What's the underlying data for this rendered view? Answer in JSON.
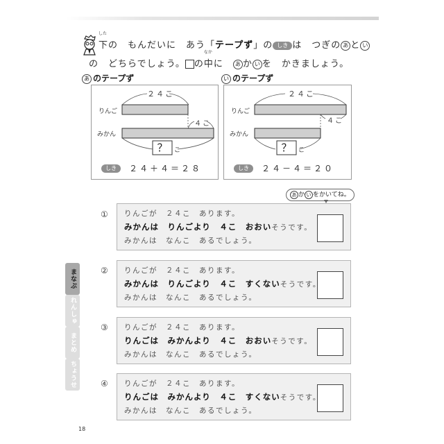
{
  "instruction": {
    "line1_prefix_ruby": "した",
    "line1_prefix_kanji": "下",
    "line1_a": "の　もんだいに　あう「",
    "line1_bold": "テープず",
    "line1_b": "」の",
    "shiki_label": "しき",
    "line1_c": "は　つぎの",
    "mark_a": "あ",
    "line1_d": "と",
    "mark_i": "い",
    "line2_a": "の　どちらでしょう。",
    "line2_b": "の",
    "line2_ruby": "なか",
    "line2_kanji": "中",
    "line2_c": "に　",
    "line2_d": "か",
    "line2_e": "を　かきましょう。"
  },
  "diagrams": [
    {
      "mark": "あ",
      "title": "のテープず",
      "top_label": "２４こ",
      "row1_label": "りんご",
      "row2_label": "みかん",
      "diff_label": "４こ",
      "question": "？",
      "question_unit": "こ",
      "shiki_label": "しき",
      "equation": "２４＋４＝２８"
    },
    {
      "mark": "い",
      "title": "のテープず",
      "top_label": "２４こ",
      "row1_label": "りんご",
      "row2_label": "みかん",
      "diff_label": "４こ",
      "question": "？",
      "question_unit": "こ",
      "shiki_label": "しき",
      "equation": "２４－４＝２０"
    }
  ],
  "hint_bubble": {
    "mark_a": "あ",
    "text_a": "か",
    "mark_i": "い",
    "text_b": "をかいてね。"
  },
  "questions": [
    {
      "number": "①",
      "line1": "りんごが　２４こ　あります。",
      "line2_bold": "みかんは　りんごより　４こ　おおい",
      "line2_rest": "そうです。",
      "line3": "みかんは　なんこ　あるでしょう。",
      "answer": ""
    },
    {
      "number": "②",
      "line1": "りんごが　２４こ　あります。",
      "line2_bold": "みかんは　りんごより　４こ　すくない",
      "line2_rest": "そうです。",
      "line3": "みかんは　なんこ　あるでしょう。",
      "answer": ""
    },
    {
      "number": "③",
      "line1": "りんごが　２４こ　あります。",
      "line2_bold": "りんごは　みかんより　４こ　おおい",
      "line2_rest": "そうです。",
      "line3": "みかんは　なんこ　あるでしょう。",
      "answer": ""
    },
    {
      "number": "④",
      "line1": "りんごが　２４こ　あります。",
      "line2_bold": "りんごは　みかんより　４こ　すくない",
      "line2_rest": "そうです。",
      "line3": "みかんは　なんこ　あるでしょう。",
      "answer": ""
    }
  ],
  "side_tabs": [
    {
      "label": "まなぶ",
      "active": true
    },
    {
      "label": "れんしゅう",
      "active": false
    },
    {
      "label": "まとめ",
      "active": false
    },
    {
      "label": "ちょうせん",
      "active": false
    }
  ],
  "page_number": "18",
  "colors": {
    "tape_fill": "#cfcfcf",
    "question_bg": "#f0f0f0",
    "active_tab": "#a8a8a8",
    "inactive_tab": "#dedede",
    "shiki_pill": "#8f8f8f"
  }
}
